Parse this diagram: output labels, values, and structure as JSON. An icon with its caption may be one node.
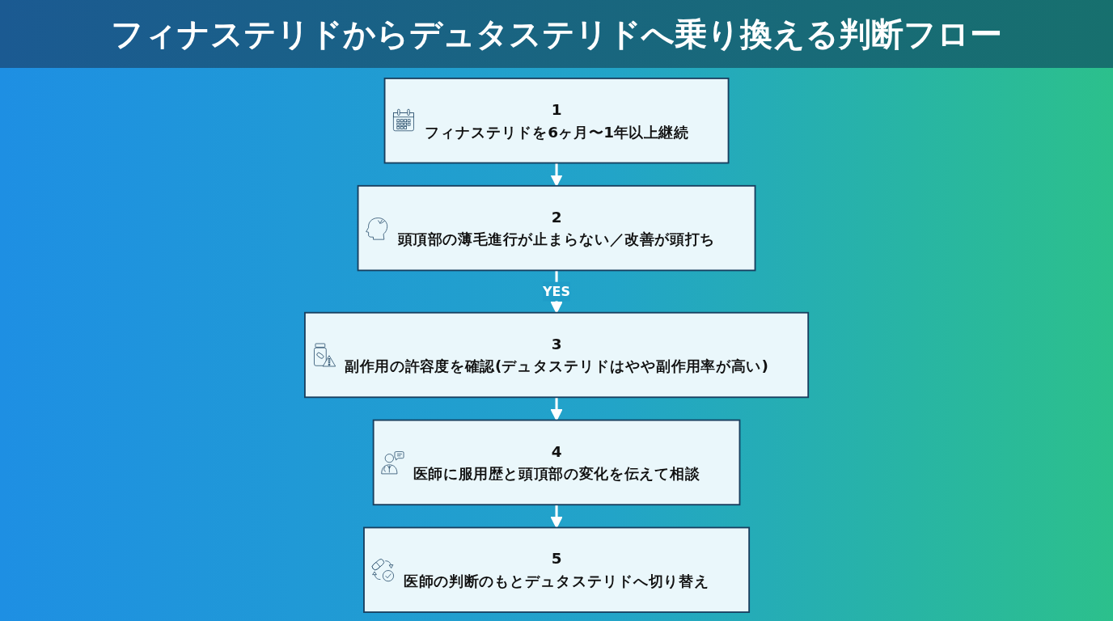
{
  "diagram": {
    "title": "フィナステリドからデュタステリドへ乗り換える判断フロー",
    "nodes": [
      {
        "text": [
          "1",
          "フィナステリドを6ヶ月〜1年以上継続"
        ]
      },
      {
        "text": [
          "2",
          "頭頂部の薄毛進行が止まらない／改善が頭打ち"
        ]
      },
      {
        "text": [
          "3",
          "副作用の許容度を確認(デュタステリドはやや副作用率が高い)"
        ]
      },
      {
        "text": [
          "4",
          "医師に服用歴と頭頂部の変化を伝えて相談"
        ]
      },
      {
        "text": [
          "5",
          "医師の判断のもとデュタステリドへ切り替え"
        ]
      }
    ],
    "edges": [
      {
        "from": 0,
        "to": 1,
        "arrow": "to"
      },
      {
        "from": 1,
        "to": 2,
        "arrow": "to",
        "label": "YES"
      },
      {
        "from": 2,
        "to": 3,
        "arrow": "to"
      },
      {
        "from": 3,
        "to": 4,
        "arrow": "to"
      }
    ]
  }
}
